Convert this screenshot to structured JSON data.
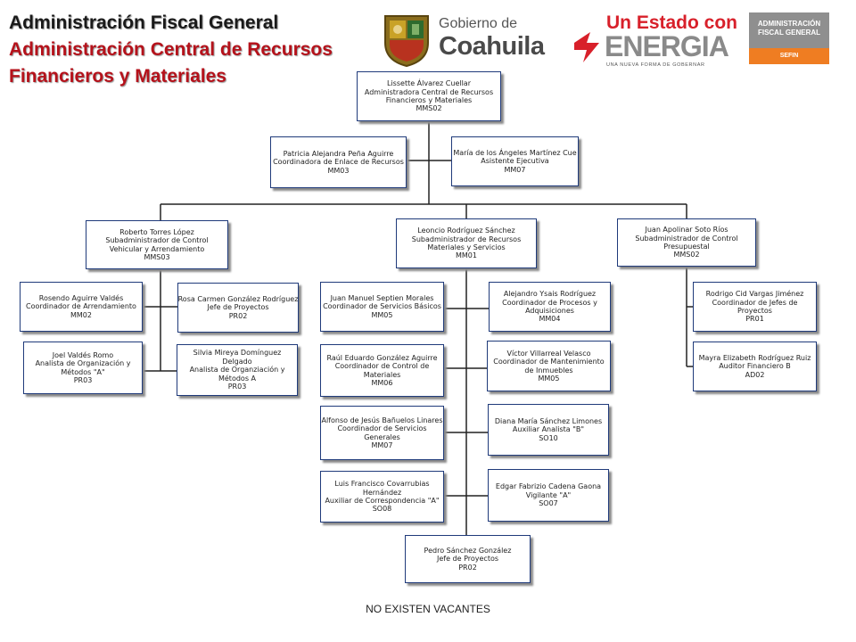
{
  "header": {
    "title_line1": "Administración Fiscal General",
    "title_line2": "Administración Central de Recursos",
    "title_line3": "Financieros y Materiales"
  },
  "logos": {
    "gobierno_label_top": "Gobierno de",
    "gobierno_label_bottom": "Coahuila",
    "energia_line1": "Un Estado con",
    "energia_line2": "ENERGIA",
    "energia_tagline": "UNA NUEVA FORMA DE GOBERNAR",
    "afg_line1": "ADMINISTRACIÓN",
    "afg_line2": "FISCAL GENERAL",
    "afg_line3": "SEFIN",
    "brand_red": "#d8202a",
    "brand_gray": "#8a8a8a",
    "brand_orange": "#ef7d22"
  },
  "boxes": {
    "director": {
      "name": "Lissette Álvarez Cuellar",
      "title": "Administradora Central de Recursos Financieros y Materiales",
      "code": "MMS02"
    },
    "enlace": {
      "name": "Patricia Alejandra Peña Aguirre",
      "title": "Coordinadora de Enlace de Recursos",
      "code": "MM03"
    },
    "asistente": {
      "name": "María de los Ángeles Martínez Cue",
      "title": "Asistente Ejecutiva",
      "code": "MM07"
    },
    "sub_vehicular": {
      "name": "Roberto Torres López",
      "title": "Subadministrador de Control Vehicular y Arrendamiento",
      "code": "MMS03"
    },
    "sub_materiales": {
      "name": "Leoncio Rodríguez Sánchez",
      "title": "Subadministrador de Recursos Materiales y Servicios",
      "code": "MM01"
    },
    "sub_presupuestal": {
      "name": "Juan Apolinar Soto Ríos",
      "title": "Subadministrador de Control Presupuestal",
      "code": "MMS02"
    },
    "arrendamiento": {
      "name": "Rosendo Aguirre Valdés",
      "title": "Coordinador de Arrendamiento",
      "code": "MM02"
    },
    "rosa": {
      "name": "Rosa Carmen González Rodríguez",
      "title": "Jefe de Proyectos",
      "code": "PR02"
    },
    "joel": {
      "name": "Joel Valdés Romo",
      "title": "Analista de Organización y Métodos \"A\"",
      "code": "PR03"
    },
    "silvia": {
      "name": "Silvia Mireya Domínguez Delgado",
      "title": "Analista de Organziación y Métodos A",
      "code": "PR03"
    },
    "septien": {
      "name": "Juan Manuel Septien Morales",
      "title": "Coordinador de Servicios Básicos",
      "code": "MM05"
    },
    "ysais": {
      "name": "Alejandro Ysais Rodríguez",
      "title": "Coordinador de Procesos y Adquisiciones",
      "code": "MM04"
    },
    "raul": {
      "name": "Raúl Eduardo González Aguirre",
      "title": "Coordinador de Control de Materiales",
      "code": "MM06"
    },
    "villarreal": {
      "name": "Víctor Villarreal Velasco",
      "title": "Coordinador de Mantenimiento de Inmuebles",
      "code": "MM05"
    },
    "alfonso": {
      "name": "Alfonso de Jesús Bañuelos Linares",
      "title": "Coordinador de Servicios Generales",
      "code": "MM07"
    },
    "diana": {
      "name": "Diana María Sánchez Limones",
      "title": "Auxiliar Analista \"B\"",
      "code": "SO10"
    },
    "luis": {
      "name": "Luis Francisco Covarrubias Hernández",
      "title": "Auxiliar de Correspondencia \"A\"",
      "code": "SO08"
    },
    "edgar": {
      "name": "Edgar Fabrizio Cadena Gaona",
      "title": "Vigilante \"A\"",
      "code": "SO07"
    },
    "pedro": {
      "name": "Pedro Sánchez González",
      "title": "Jefe de Proyectos",
      "code": "PR02"
    },
    "rodrigo": {
      "name": "Rodrigo Cid Vargas Jiménez",
      "title": "Coordinador de Jefes de Proyectos",
      "code": "PR01"
    },
    "mayra": {
      "name": "Mayra Elizabeth Rodríguez Ruiz",
      "title": "Auditor Financiero B",
      "code": "AD02"
    }
  },
  "footer": {
    "note": "NO EXISTEN VACANTES"
  }
}
